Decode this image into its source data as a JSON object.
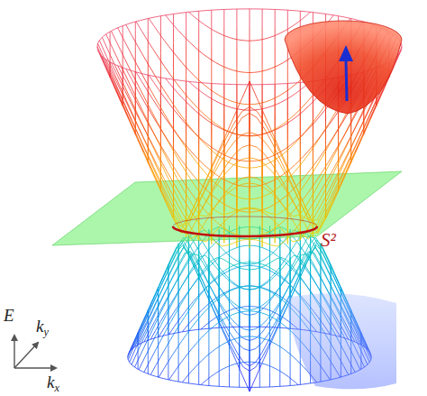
{
  "diagram": {
    "labels": [
      "S²",
      "E",
      "k",
      "y",
      "k",
      "x"
    ]
  }
}
